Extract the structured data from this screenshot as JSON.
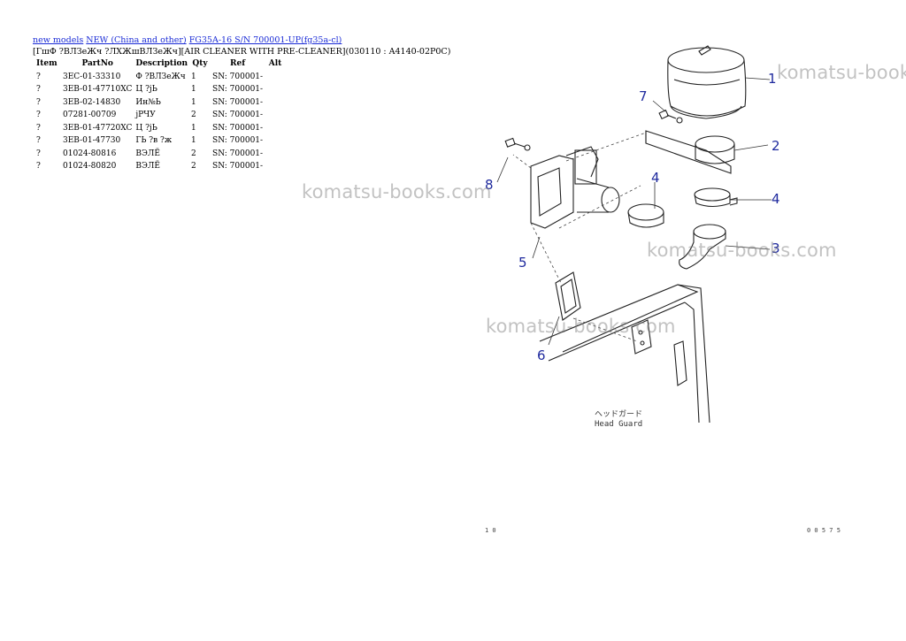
{
  "breadcrumb": {
    "link1": "new models",
    "link2": "NEW (China and other)",
    "link3": "FG35A-16 S/N 700001-UP(fg35a-cl)"
  },
  "subtitle": "[ГшФ ?ВЛЗеЖч ?ЛХЖшВЛЗеЖч][AIR CLEANER WITH PRE-CLEANER](030110 : A4140-02P0C)",
  "table": {
    "headers": [
      "Item",
      "PartNo",
      "Description",
      "Qty",
      "Ref",
      "Alt"
    ],
    "rows": [
      {
        "item": "?",
        "part": "3EC-01-33310",
        "desc": "Ф ?ВЛЗеЖч",
        "qty": "1",
        "ref": "SN: 700001-",
        "alt": ""
      },
      {
        "item": "?",
        "part": "3EB-01-47710XC",
        "desc": "Ц ?jЬ",
        "qty": "1",
        "ref": "SN: 700001-",
        "alt": ""
      },
      {
        "item": "?",
        "part": "3EB-02-14830",
        "desc": "Ин№Ь",
        "qty": "1",
        "ref": "SN: 700001-",
        "alt": ""
      },
      {
        "item": "?",
        "part": "07281-00709",
        "desc": "jРЧУ",
        "qty": "2",
        "ref": "SN: 700001-",
        "alt": ""
      },
      {
        "item": "?",
        "part": "3EB-01-47720XC",
        "desc": "Ц ?jЬ",
        "qty": "1",
        "ref": "SN: 700001-",
        "alt": ""
      },
      {
        "item": "?",
        "part": "3EB-01-47730",
        "desc": "ГЬ ?в ?ж",
        "qty": "1",
        "ref": "SN: 700001-",
        "alt": ""
      },
      {
        "item": "?",
        "part": "01024-80816",
        "desc": "ВЭЛЁ",
        "qty": "2",
        "ref": "SN: 700001-",
        "alt": ""
      },
      {
        "item": "?",
        "part": "01024-80820",
        "desc": "ВЭЛЁ",
        "qty": "2",
        "ref": "SN: 700001-",
        "alt": ""
      }
    ]
  },
  "drawing": {
    "callouts": [
      "1",
      "2",
      "3",
      "4",
      "4",
      "5",
      "6",
      "7",
      "8"
    ],
    "jp_label": "ヘッドガード",
    "en_label": "Head Guard",
    "page_left": "1 0",
    "page_right": "0 0 5 7 5"
  },
  "watermark": "komatsu-books.com",
  "colors": {
    "link": "#1a2bd6",
    "callout": "#1f2a9e",
    "watermark": "#888888"
  }
}
